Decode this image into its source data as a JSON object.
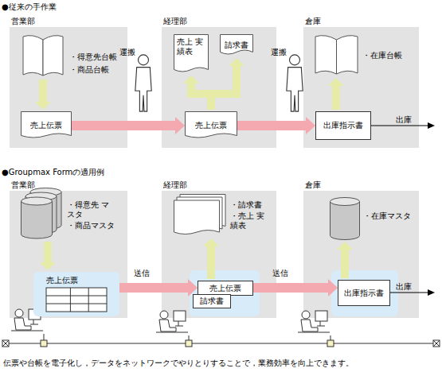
{
  "diagram": {
    "caption": "伝票や台帳を電子化し，データをネットワークでやりとりすることで，業務効率を向上できます。",
    "nodes": [
      {
        "text": [
          "営業部"
        ]
      },
      {
        "text": [
          "・得意先台帳",
          "・商品台帳"
        ],
        "in": 0
      },
      {
        "text": [
          "売上伝票"
        ],
        "in": 0
      },
      {
        "text": [
          "経理部"
        ]
      },
      {
        "text": [
          "売上 実績表"
        ],
        "in": 3
      },
      {
        "text": [
          "請求書"
        ],
        "in": 3
      },
      {
        "text": [
          "売上伝票"
        ],
        "in": 3
      },
      {
        "text": [
          "倉庫"
        ]
      },
      {
        "text": [
          "・在庫台帳"
        ],
        "in": 7
      },
      {
        "text": [
          "出庫指示書"
        ],
        "in": 7
      },
      {
        "text": [
          "営業部"
        ]
      },
      {
        "text": [
          "・得意先 マスタ",
          "・商品マスタ"
        ],
        "in": 10
      },
      {
        "text": [
          "売上伝票"
        ],
        "in": 10
      },
      {
        "text": [
          "経理部"
        ]
      },
      {
        "text": [
          "・請求書",
          "・売上 実績表"
        ],
        "in": 13
      },
      {
        "text": [
          "売上伝票"
        ],
        "in": 13
      },
      {
        "text": [
          "請求書"
        ],
        "in": 13
      },
      {
        "text": [
          "倉庫"
        ]
      },
      {
        "text": [
          "・在庫マスタ"
        ],
        "in": 17
      },
      {
        "text": [
          "出庫指示書"
        ],
        "in": 17
      }
    ],
    "edges": [
      {
        "from": 1,
        "to": 2,
        "arrow": "to"
      },
      {
        "from": 2,
        "to": 6,
        "arrow": "to"
      },
      {
        "from": 6,
        "to": 4,
        "arrow": "to"
      },
      {
        "from": 6,
        "to": 5,
        "arrow": "to"
      },
      {
        "from": 9,
        "to": 8,
        "arrow": "to"
      },
      {
        "from": 6,
        "to": 9,
        "arrow": "to"
      },
      {
        "from": 11,
        "to": 12,
        "arrow": "to"
      },
      {
        "from": 12,
        "to": 15,
        "label": "送信",
        "arrow": "to"
      },
      {
        "from": 15,
        "to": 14,
        "arrow": "to"
      },
      {
        "from": 15,
        "to": 19,
        "label": "送信",
        "arrow": "to"
      },
      {
        "from": 19,
        "to": 18,
        "arrow": "to"
      }
    ],
    "labels": [
      "●従来の手作業",
      "運搬",
      "運搬",
      "出庫",
      "●Groupmax Formの適用例",
      "出庫"
    ]
  }
}
